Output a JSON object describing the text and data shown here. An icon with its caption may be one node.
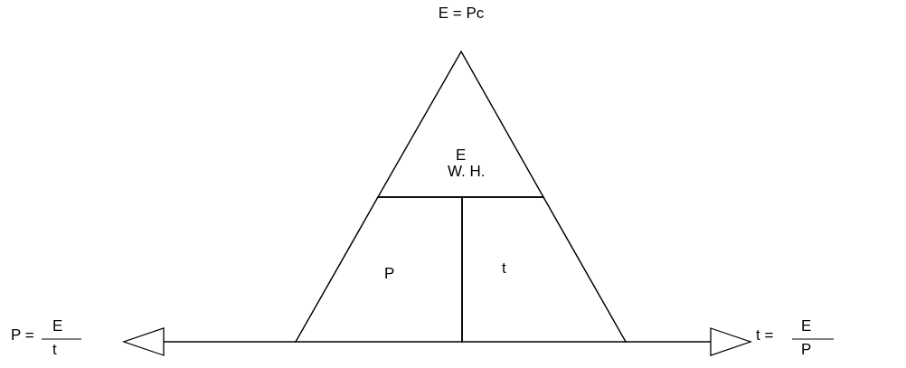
{
  "diagram": {
    "nodes": [
      {
        "text": [
          "E",
          "W. H."
        ]
      },
      {
        "text": [
          "P"
        ]
      },
      {
        "text": [
          "t"
        ]
      },
      {
        "text": [
          "P =",
          "E",
          "t"
        ]
      },
      {
        "text": [
          "t =",
          "E",
          "P"
        ]
      }
    ],
    "edges": [
      {
        "from": 1,
        "to": 3,
        "arrow": "to"
      },
      {
        "from": 2,
        "to": 4,
        "arrow": "to"
      }
    ],
    "labels": [
      "E = Pc"
    ]
  }
}
